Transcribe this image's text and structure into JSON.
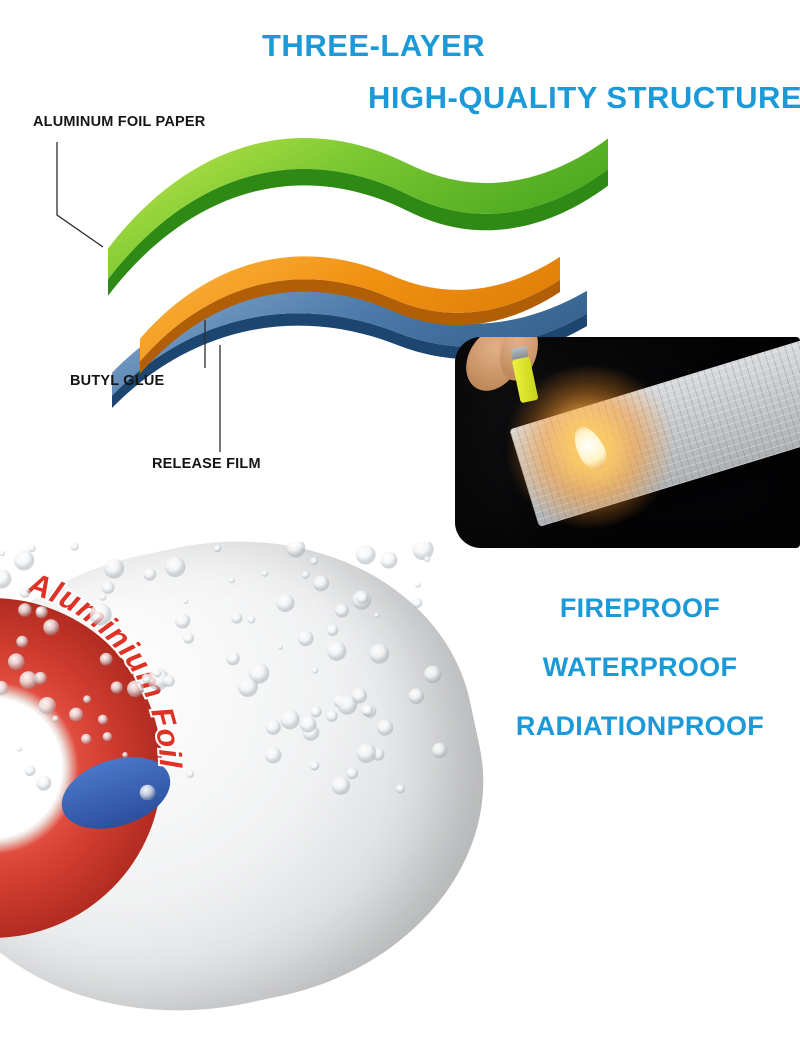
{
  "title": {
    "line1": "THREE-LAYER",
    "line2": "HIGH-QUALITY STRUCTURE"
  },
  "structure": {
    "labels": {
      "aluminum_foil": "ALUMINUM FOIL PAPER",
      "butyl_glue": "BUTYL GLUE",
      "release_film": "RELEASE FILM"
    },
    "layers": [
      {
        "name": "aluminum-foil-paper",
        "color": "#6fbe2a"
      },
      {
        "name": "butyl-glue",
        "color": "#f29114"
      },
      {
        "name": "release-film",
        "color": "#48739f"
      }
    ]
  },
  "roll": {
    "label_text": "Aluminium Foil"
  },
  "features": {
    "fireproof": "FIREPROOF",
    "waterproof": "WATERPROOF",
    "radiationproof": "RADIATIONPROOF"
  },
  "colors": {
    "accent_blue": "#1b9ad7",
    "roll_red": "#df3227"
  }
}
